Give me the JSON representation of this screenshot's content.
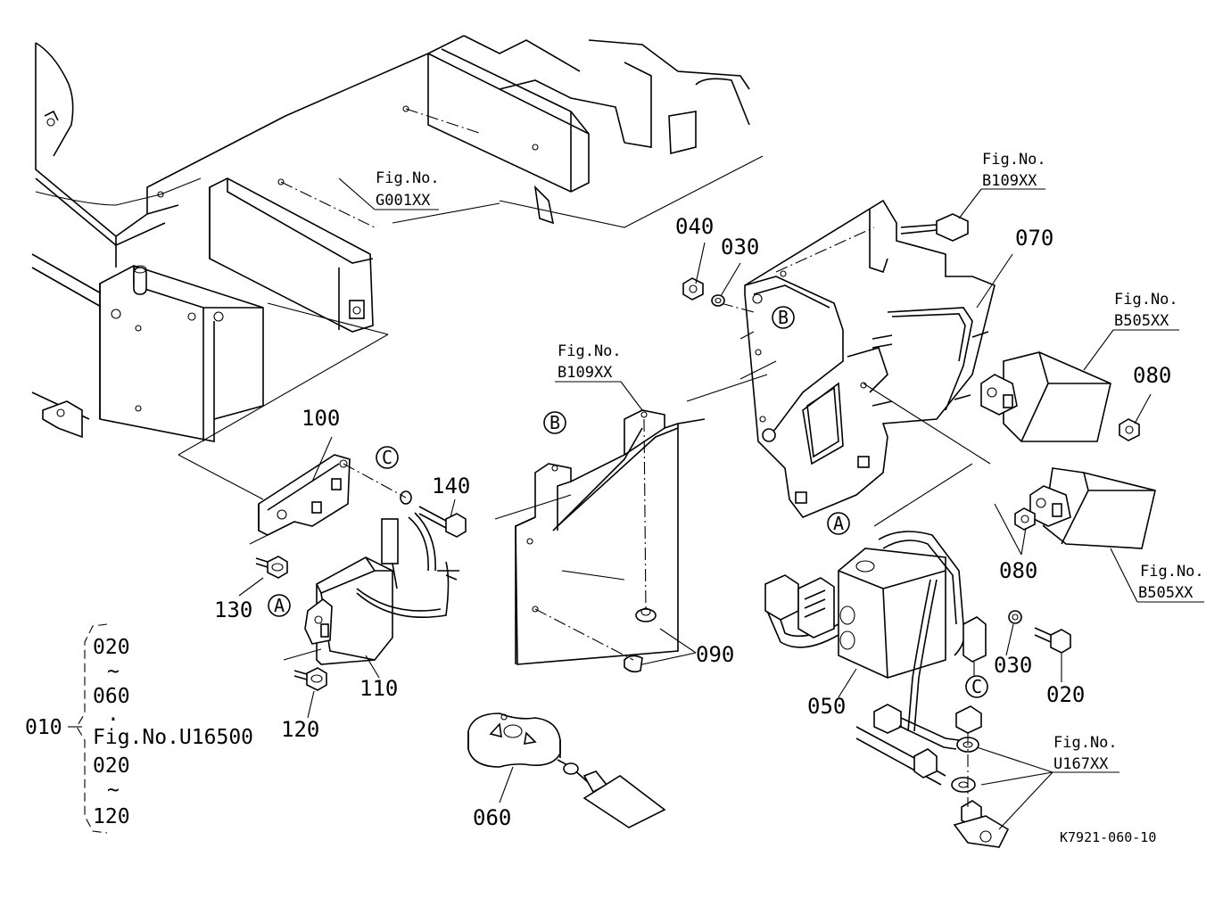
{
  "drawing_code": "K7921-060-10",
  "parts": {
    "p020a": "020",
    "p030a": "030",
    "p030b": "030",
    "p040": "040",
    "p050": "050",
    "p060": "060",
    "p070": "070",
    "p080a": "080",
    "p080b": "080",
    "p090": "090",
    "p100": "100",
    "p110": "110",
    "p120": "120",
    "p130": "130",
    "p140": "140"
  },
  "fig_refs": {
    "g001": {
      "label": "Fig.No.",
      "code": "G001XX"
    },
    "b109_top": {
      "label": "Fig.No.",
      "code": "B109XX"
    },
    "b109_mid": {
      "label": "Fig.No.",
      "code": "B109XX"
    },
    "b505_top": {
      "label": "Fig.No.",
      "code": "B505XX"
    },
    "b505_bot": {
      "label": "Fig.No.",
      "code": "B505XX"
    },
    "u167": {
      "label": "Fig.No.",
      "code": "U167XX"
    }
  },
  "callouts": {
    "a1": "A",
    "a2": "A",
    "b1": "B",
    "b2": "B",
    "c1": "C",
    "c2": "C"
  },
  "assembly_group": {
    "parent": "010",
    "lines": [
      "020",
      "~",
      "060",
      ".",
      "Fig.No.U16500",
      "020",
      "~",
      "120"
    ]
  }
}
